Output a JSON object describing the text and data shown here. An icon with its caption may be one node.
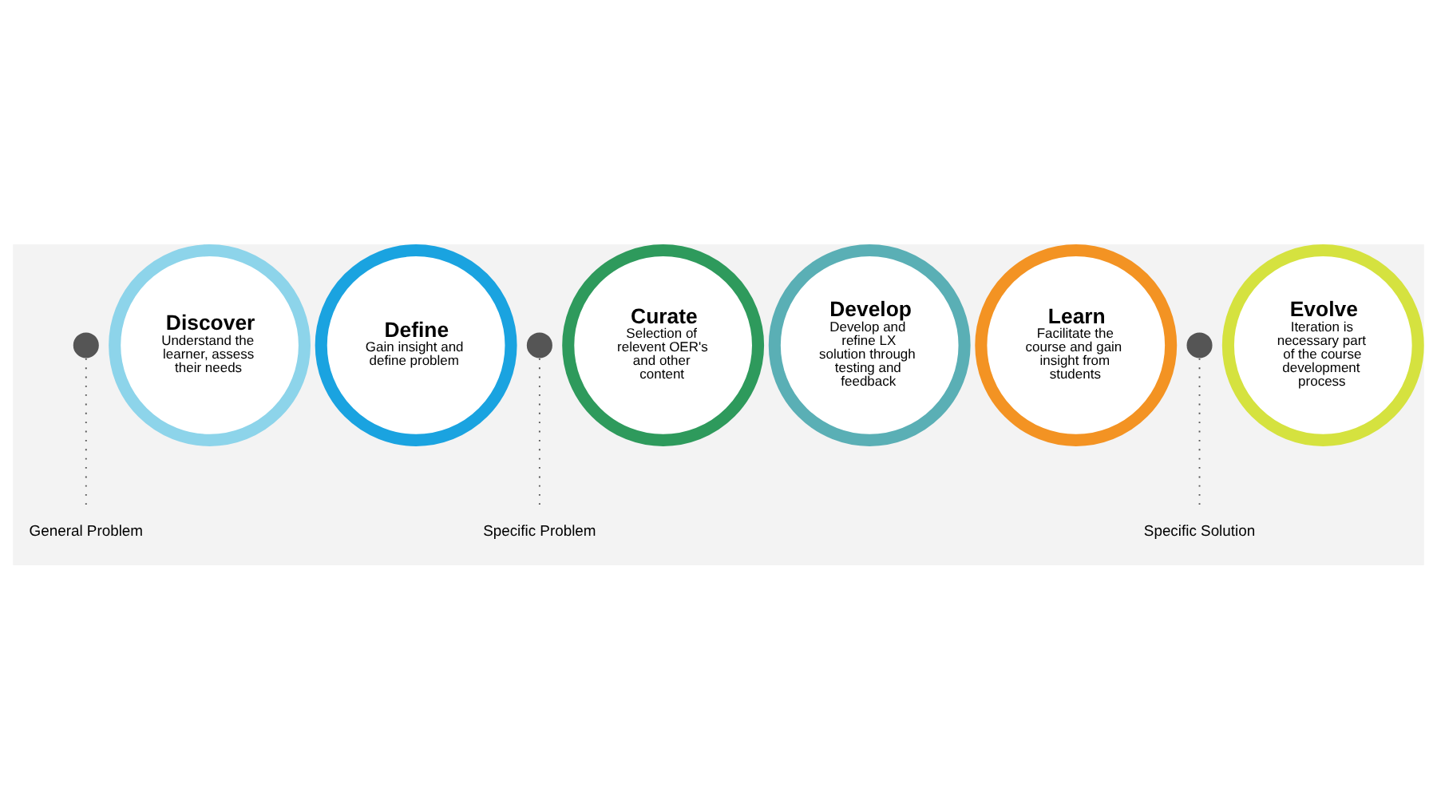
{
  "diagram": {
    "nodes": [
      {
        "text": [
          "Discover",
          "Understand the learner, assess their needs"
        ]
      },
      {
        "text": [
          "Define",
          "Gain insight and define problem"
        ]
      },
      {
        "text": [
          "Curate",
          "Selection of relevent OER's and other content"
        ]
      },
      {
        "text": [
          "Develop",
          "Develop and refine LX solution through testing and feedback"
        ]
      },
      {
        "text": [
          "Learn",
          "Facilitate the course and gain insight from students"
        ]
      },
      {
        "text": [
          "Evolve",
          "Iteration is necessary part of the course development process"
        ]
      },
      {
        "text": [],
        "shape": "circle"
      },
      {
        "text": [],
        "shape": "circle"
      },
      {
        "text": [],
        "shape": "circle"
      },
      {
        "text": [
          "General Problem"
        ]
      },
      {
        "text": [
          "Specific Problem"
        ]
      },
      {
        "text": [
          "Specific Solution"
        ]
      }
    ],
    "edges": [
      {
        "from": 9,
        "to": 6,
        "arrow": "none",
        "style": "dashed"
      },
      {
        "from": 10,
        "to": 7,
        "arrow": "none",
        "style": "dashed"
      },
      {
        "from": 11,
        "to": 8,
        "arrow": "none",
        "style": "dashed"
      }
    ]
  }
}
